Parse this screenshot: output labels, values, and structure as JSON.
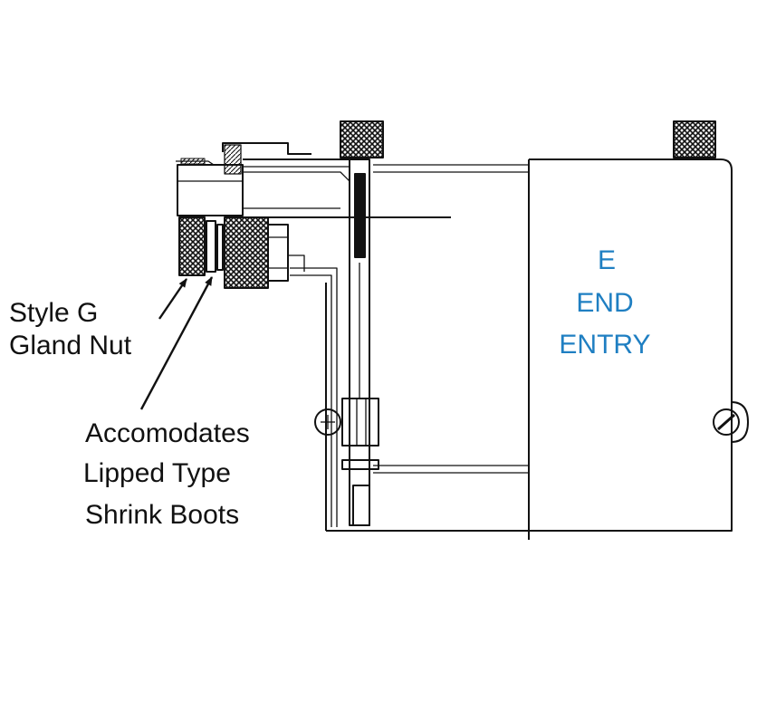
{
  "callouts": {
    "gland_nut": {
      "line1": "Style G",
      "line2": "Gland Nut"
    },
    "boots": {
      "line1": "Accomodates",
      "line2": "Lipped Type",
      "line3": "Shrink Boots"
    }
  },
  "entry_label": {
    "line1": "E",
    "line2": "END",
    "line3": "ENTRY"
  },
  "colors": {
    "line": "#111111",
    "entry_text": "#1f7fc2",
    "background": "#ffffff"
  }
}
